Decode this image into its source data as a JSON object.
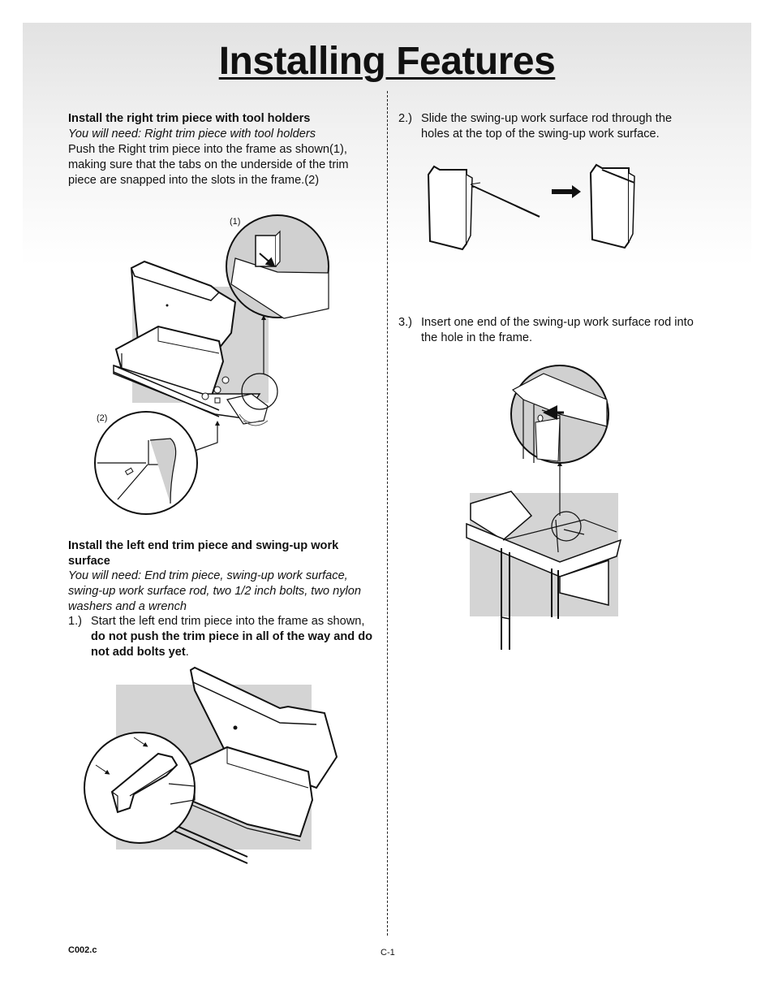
{
  "page": {
    "title": "Installing Features",
    "footer_code": "C002.c",
    "page_number": "C-1"
  },
  "left": {
    "section1": {
      "heading": "Install the right trim piece with tool holders",
      "need": "You will need: Right trim piece with tool holders",
      "body": "Push the Right trim piece into the frame as shown(1), making sure that the tabs on the underside of the trim piece are snapped into the slots in the frame.(2)",
      "callout1": "(1)",
      "callout2": "(2)"
    },
    "section2": {
      "heading": "Install the left end trim piece and swing-up work surface",
      "need": "You will need: End trim piece, swing-up work surface, swing-up work surface rod, two 1/2 inch bolts, two nylon washers and a wrench",
      "step1_num": "1.)",
      "step1_text": "Start the left end trim piece into the frame as shown, ",
      "step1_bold": "do not push the trim piece in all of the way and do not add bolts yet",
      "step1_end": "."
    }
  },
  "right": {
    "step2_num": "2.)",
    "step2_text": "Slide the swing-up work surface rod through the holes at the top of the swing-up work surface.",
    "step3_num": "3.)",
    "step3_text": "Insert one end of the swing-up work surface rod into the hole in the frame."
  }
}
